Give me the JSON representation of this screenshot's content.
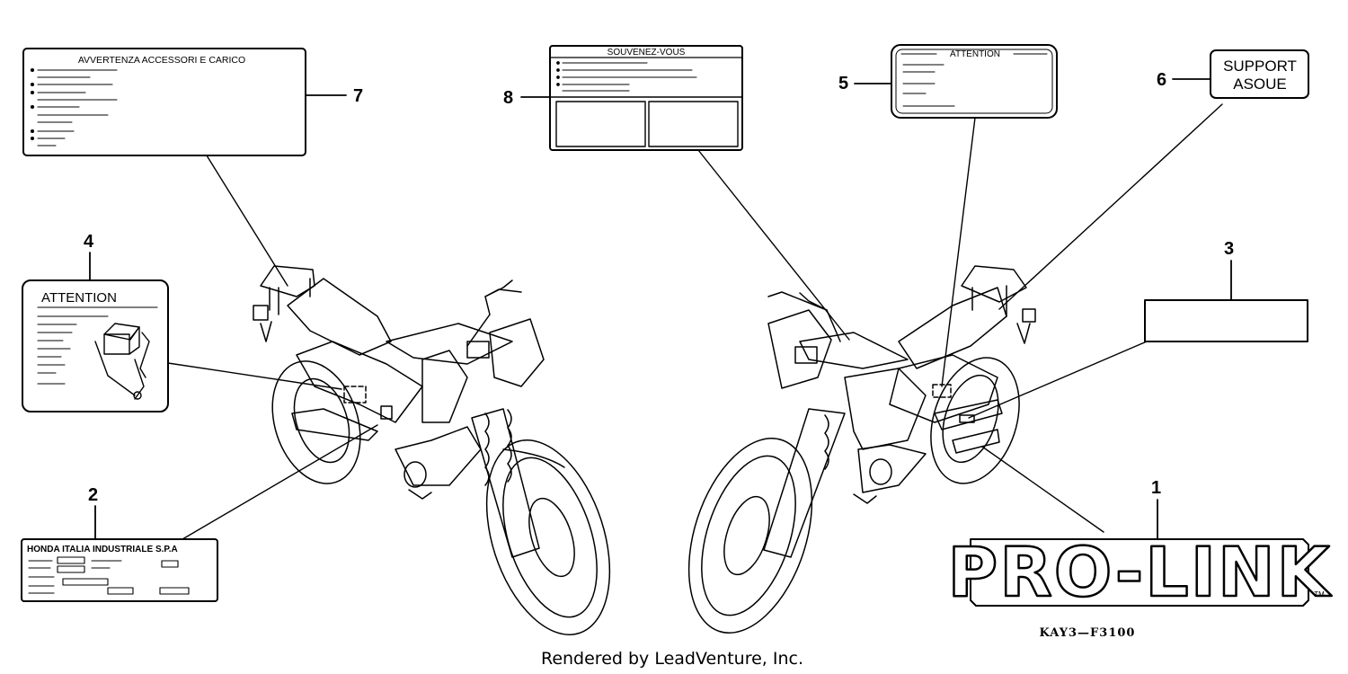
{
  "callouts": {
    "c1": "1",
    "c2": "2",
    "c3": "3",
    "c4": "4",
    "c5": "5",
    "c6": "6",
    "c7": "7",
    "c8": "8"
  },
  "labels": {
    "accessories_warning": "AVVERTENZA ACCESSORI E CARICO",
    "souvenez_vous": "SOUVENEZ-VOUS",
    "attention_small": "ATTENTION",
    "attention_large": "ATTENTION",
    "support_line1": "SUPPORT",
    "support_line2": "ASOUE",
    "honda_plate": "HONDA ITALIA INDUSTRIALE S.P.A",
    "prolink": "PRO-LINK",
    "trademark": "TM"
  },
  "diagram_code": "KAY3—F3100",
  "credit": "Rendered by LeadVenture, Inc."
}
